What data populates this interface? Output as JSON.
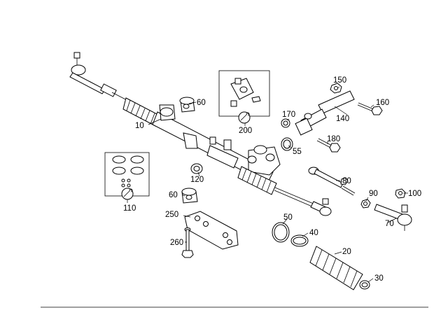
{
  "callouts": {
    "c10": "10",
    "c20": "20",
    "c30": "30",
    "c40": "40",
    "c50": "50",
    "c55": "55",
    "c60a": "60",
    "c60b": "60",
    "c70": "70",
    "c80": "80",
    "c90": "90",
    "c100": "100",
    "c110": "110",
    "c120": "120",
    "c140": "140",
    "c150": "150",
    "c160": "160",
    "c170": "170",
    "c180": "180",
    "c200": "200",
    "c250": "250",
    "c260": "260"
  },
  "icons": {
    "repair_kit_a": "wrench-kit-icon",
    "repair_kit_b": "wrench-kit-icon"
  }
}
